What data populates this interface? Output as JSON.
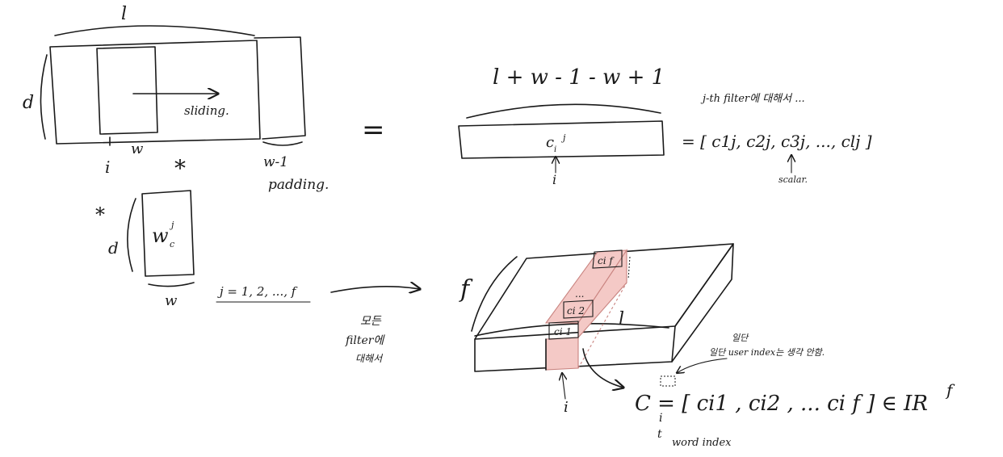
{
  "input_matrix": {
    "length_label": "l",
    "depth_label": "d",
    "window_width_label": "w",
    "position_label": "i",
    "sliding_label": "sliding.",
    "padding_label": "w-1",
    "padding_word": "padding."
  },
  "operators": {
    "convolution": "*",
    "equals": "="
  },
  "kernel": {
    "star": "*",
    "depth_label": "d",
    "weight_label": "w",
    "weight_sub": "c",
    "weight_sup": "j",
    "width_label": "w",
    "range_label": "j = 1, 2, ..., f"
  },
  "output_vector": {
    "length_expr": "l + w - 1 - w + 1",
    "cell_label": "c",
    "cell_sub": "i",
    "cell_sup": "j",
    "position_label": "i",
    "note": "j-th filter에 대해서 ...",
    "sequence": "= [ c1j, c2j, c3j, ..., clj ]",
    "scalar_label": "scalar."
  },
  "all_filters_note": {
    "line1": "모든",
    "line2": "filter에",
    "line3": "대해서"
  },
  "feature_map": {
    "depth_label": "f",
    "length_label": "l",
    "position_label": "i",
    "cell_top": "ci f",
    "cell_mid": "ci 2",
    "cell_bot": "ci 1",
    "dots": "...",
    "note": "일단 user index는 생각 안함.",
    "vector_expr": "C  = [ ci1 , ci2 , ... ci f ]  ∈ IR",
    "vector_sup": "f",
    "vector_sub": "i",
    "word_index_label": "word index"
  }
}
